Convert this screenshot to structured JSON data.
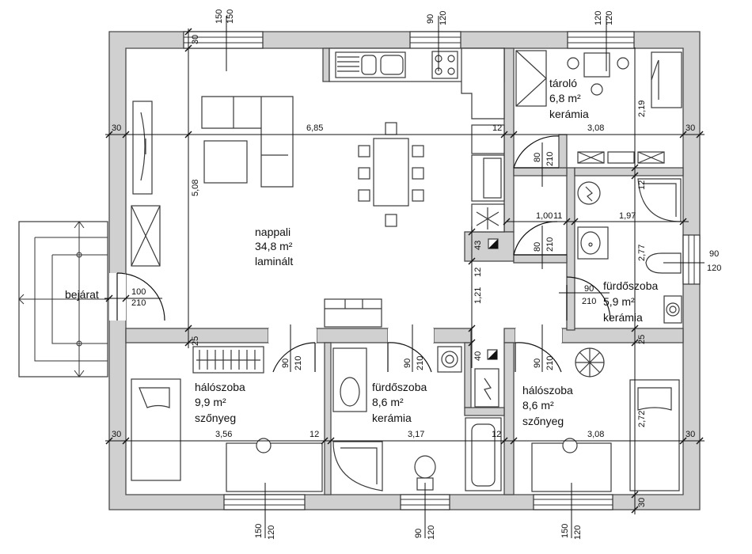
{
  "rooms": [
    {
      "id": "nappali",
      "lines": [
        "nappali",
        "34,8 m²",
        "laminált"
      ]
    },
    {
      "id": "tarolo",
      "lines": [
        "tároló",
        "6,8 m²",
        "kerámia"
      ]
    },
    {
      "id": "furdo-small",
      "lines": [
        "fürdőszoba",
        "5,9 m²",
        "kerámia"
      ]
    },
    {
      "id": "halo-left",
      "lines": [
        "hálószoba",
        "9,9 m²",
        "szőnyeg"
      ]
    },
    {
      "id": "furdo-mid",
      "lines": [
        "fürdőszoba",
        "8,6 m²",
        "kerámia"
      ]
    },
    {
      "id": "halo-right",
      "lines": [
        "hálószoba",
        "8,6 m²",
        "szőnyeg"
      ]
    }
  ],
  "entrance": "bejárat",
  "dims": {
    "d30": "30",
    "d12": "12",
    "d25": "25",
    "d43": "43",
    "d40": "40",
    "d11": "11",
    "d685": "6,85",
    "d308": "3,08",
    "d508": "5,08",
    "d219": "2,19",
    "d100": "1,00",
    "d197": "1,97",
    "d277": "2,77",
    "d121": "1,21",
    "d356": "3,56",
    "d317": "3,17",
    "d272": "2,72",
    "w150": "150",
    "w120": "120",
    "w90": "90",
    "w100": "100",
    "w210": "210",
    "w80": "80",
    "w30": "30"
  }
}
